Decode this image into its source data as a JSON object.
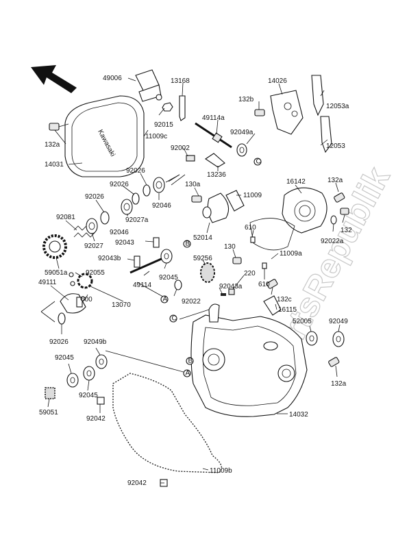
{
  "watermark": "PartsRepublik",
  "cover_brand": "Kawasaki",
  "labels": [
    {
      "id": "49006",
      "text": "49006"
    },
    {
      "id": "13168",
      "text": "13168"
    },
    {
      "id": "14026",
      "text": "14026"
    },
    {
      "id": "132b",
      "text": "132b"
    },
    {
      "id": "12053a",
      "text": "12053a"
    },
    {
      "id": "92015",
      "text": "92015"
    },
    {
      "id": "49114a",
      "text": "49114a"
    },
    {
      "id": "11009c",
      "text": "11009c"
    },
    {
      "id": "92049a",
      "text": "92049a"
    },
    {
      "id": "132a_top",
      "text": "132a"
    },
    {
      "id": "92002",
      "text": "92002"
    },
    {
      "id": "12053",
      "text": "12053"
    },
    {
      "id": "14031",
      "text": "14031"
    },
    {
      "id": "13236",
      "text": "13236"
    },
    {
      "id": "92026_a",
      "text": "92026"
    },
    {
      "id": "92026_b",
      "text": "92026"
    },
    {
      "id": "130a",
      "text": "130a"
    },
    {
      "id": "11009",
      "text": "11009"
    },
    {
      "id": "16142",
      "text": "16142"
    },
    {
      "id": "132a_r",
      "text": "132a"
    },
    {
      "id": "92026_c",
      "text": "92026"
    },
    {
      "id": "92046_a",
      "text": "92046"
    },
    {
      "id": "92081",
      "text": "92081"
    },
    {
      "id": "92027a",
      "text": "92027a"
    },
    {
      "id": "92046_b",
      "text": "92046"
    },
    {
      "id": "610_a",
      "text": "610"
    },
    {
      "id": "132_r",
      "text": "132"
    },
    {
      "id": "52014",
      "text": "52014"
    },
    {
      "id": "92043",
      "text": "92043"
    },
    {
      "id": "92027",
      "text": "92027"
    },
    {
      "id": "92022a",
      "text": "92022a"
    },
    {
      "id": "130",
      "text": "130"
    },
    {
      "id": "92043b",
      "text": "92043b"
    },
    {
      "id": "59256",
      "text": "59256"
    },
    {
      "id": "11009a",
      "text": "11009a"
    },
    {
      "id": "59051a",
      "text": "59051a"
    },
    {
      "id": "92055",
      "text": "92055"
    },
    {
      "id": "92045_a",
      "text": "92045"
    },
    {
      "id": "220",
      "text": "220"
    },
    {
      "id": "49111",
      "text": "49111"
    },
    {
      "id": "49114",
      "text": "49114"
    },
    {
      "id": "610_b",
      "text": "610"
    },
    {
      "id": "92022",
      "text": "92022"
    },
    {
      "id": "92043a",
      "text": "92043a"
    },
    {
      "id": "13070",
      "text": "13070"
    },
    {
      "id": "132c",
      "text": "132c"
    },
    {
      "id": "600",
      "text": "600"
    },
    {
      "id": "16115",
      "text": "16115"
    },
    {
      "id": "52005",
      "text": "52005"
    },
    {
      "id": "92049",
      "text": "92049"
    },
    {
      "id": "92026_d",
      "text": "92026"
    },
    {
      "id": "92049b",
      "text": "92049b"
    },
    {
      "id": "132a_bot",
      "text": "132a"
    },
    {
      "id": "92045_b",
      "text": "92045"
    },
    {
      "id": "92045_c",
      "text": "92045"
    },
    {
      "id": "59051",
      "text": "59051"
    },
    {
      "id": "92042_a",
      "text": "92042"
    },
    {
      "id": "14032",
      "text": "14032"
    },
    {
      "id": "11009b",
      "text": "11009b"
    },
    {
      "id": "92042_b",
      "text": "92042"
    }
  ],
  "callouts": [
    {
      "id": "A1",
      "text": "A"
    },
    {
      "id": "A2",
      "text": "A"
    },
    {
      "id": "B1",
      "text": "B"
    },
    {
      "id": "B2",
      "text": "B"
    },
    {
      "id": "C1",
      "text": "C"
    },
    {
      "id": "C2",
      "text": "C"
    }
  ]
}
